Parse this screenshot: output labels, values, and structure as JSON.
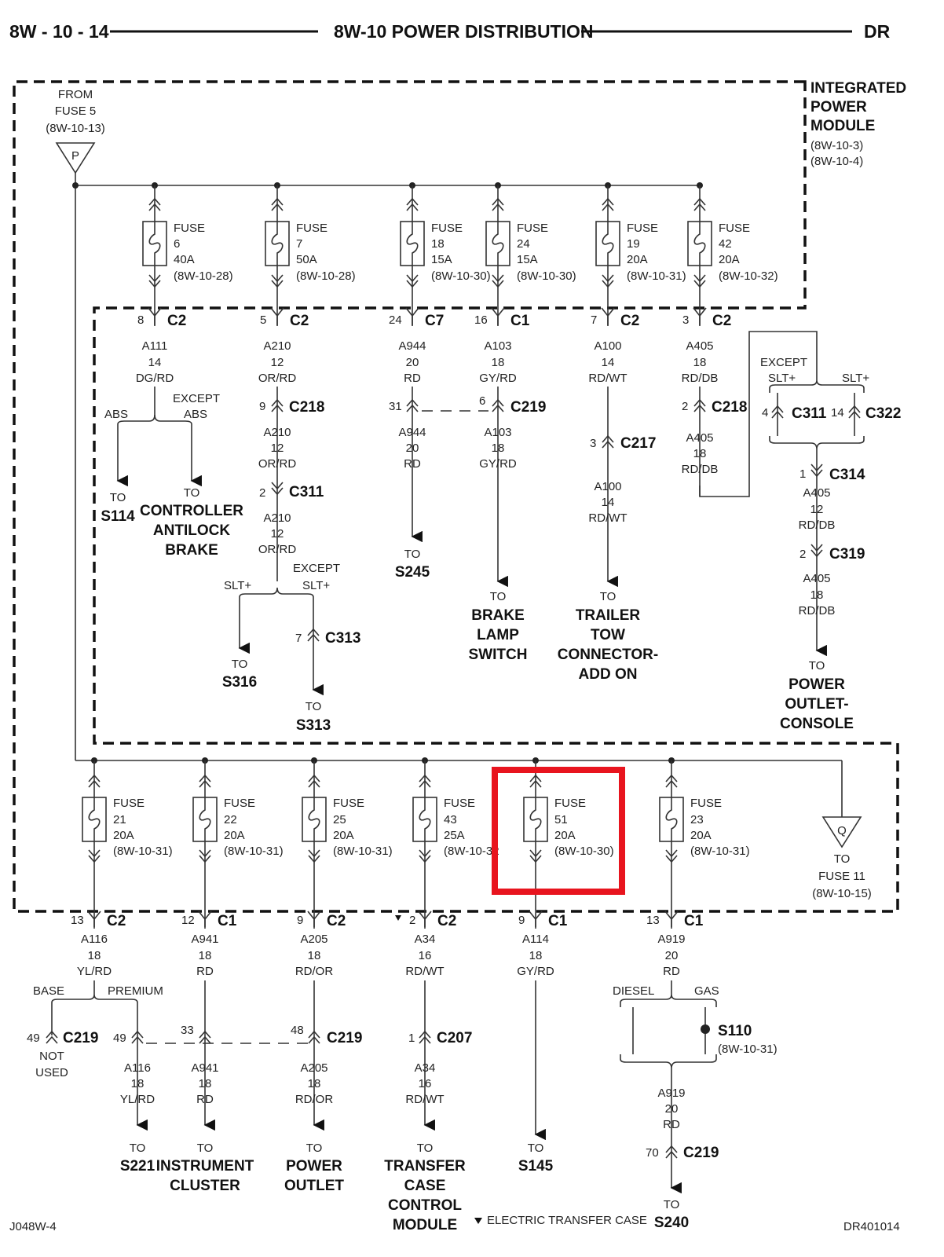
{
  "header": {
    "page_id": "8W - 10 - 14",
    "title": "8W-10 POWER DISTRIBUTION",
    "model": "DR"
  },
  "module": {
    "name_line1": "INTEGRATED",
    "name_line2": "POWER",
    "name_line3": "MODULE",
    "ref1": "(8W-10-3)",
    "ref2": "(8W-10-4)"
  },
  "source_p": {
    "from": "FROM",
    "fuse": "FUSE 5",
    "ref": "(8W-10-13)",
    "letter": "P"
  },
  "source_q": {
    "to": "TO",
    "fuse": "FUSE 11",
    "ref": "(8W-10-15)",
    "letter": "Q"
  },
  "top_fuses": [
    {
      "label": "FUSE",
      "num": "6",
      "amp": "40A",
      "ref": "(8W-10-28)"
    },
    {
      "label": "FUSE",
      "num": "7",
      "amp": "50A",
      "ref": "(8W-10-28)"
    },
    {
      "label": "FUSE",
      "num": "18",
      "amp": "15A",
      "ref": "(8W-10-30)"
    },
    {
      "label": "FUSE",
      "num": "24",
      "amp": "15A",
      "ref": "(8W-10-30)"
    },
    {
      "label": "FUSE",
      "num": "19",
      "amp": "20A",
      "ref": "(8W-10-31)"
    },
    {
      "label": "FUSE",
      "num": "42",
      "amp": "20A",
      "ref": "(8W-10-32)"
    }
  ],
  "top_conn": [
    {
      "pin": "8",
      "name": "C2"
    },
    {
      "pin": "5",
      "name": "C2"
    },
    {
      "pin": "24",
      "name": "C7"
    },
    {
      "pin": "16",
      "name": "C1"
    },
    {
      "pin": "7",
      "name": "C2"
    },
    {
      "pin": "3",
      "name": "C2"
    }
  ],
  "top_wires": [
    {
      "code": "A111",
      "gauge": "14",
      "color": "DG/RD"
    },
    {
      "code": "A210",
      "gauge": "12",
      "color": "OR/RD"
    },
    {
      "code": "A944",
      "gauge": "20",
      "color": "RD"
    },
    {
      "code": "A103",
      "gauge": "18",
      "color": "GY/RD"
    },
    {
      "code": "A100",
      "gauge": "14",
      "color": "RD/WT"
    },
    {
      "code": "A405",
      "gauge": "18",
      "color": "RD/DB"
    }
  ],
  "c1": {
    "abs": "ABS",
    "except": "EXCEPT",
    "except_abs": "ABS",
    "to1": "TO",
    "dest1": "S114",
    "to2": "TO",
    "dest2_l1": "CONTROLLER",
    "dest2_l2": "ANTILOCK",
    "dest2_l3": "BRAKE"
  },
  "c2": {
    "pin1": "9",
    "conn1": "C218",
    "code2": "A210",
    "gauge2": "12",
    "color2": "OR/RD",
    "pin2": "2",
    "conn2": "C311",
    "code3": "A210",
    "gauge3": "12",
    "color3": "OR/RD",
    "slt": "SLT+",
    "except": "EXCEPT",
    "except_slt": "SLT+",
    "to1": "TO",
    "dest1": "S316",
    "pin3": "7",
    "conn3": "C313",
    "to2": "TO",
    "dest2": "S313"
  },
  "c3": {
    "pin": "31",
    "code2": "A944",
    "gauge2": "20",
    "color2": "RD",
    "to": "TO",
    "dest": "S245"
  },
  "c4": {
    "pin": "6",
    "conn": "C219",
    "code2": "A103",
    "gauge2": "18",
    "color2": "GY/RD",
    "to": "TO",
    "dest_l1": "BRAKE",
    "dest_l2": "LAMP",
    "dest_l3": "SWITCH"
  },
  "c5": {
    "pin": "3",
    "conn": "C217",
    "code2": "A100",
    "gauge2": "14",
    "color2": "RD/WT",
    "to": "TO",
    "dest_l1": "TRAILER",
    "dest_l2": "TOW",
    "dest_l3": "CONNECTOR-",
    "dest_l4": "ADD ON"
  },
  "c6": {
    "pin": "2",
    "conn": "C218",
    "code2": "A405",
    "gauge2": "18",
    "color2": "RD/DB",
    "except": "EXCEPT",
    "except_slt": "SLT+",
    "slt": "SLT+",
    "pinA": "4",
    "connA": "C311",
    "pinB": "14",
    "connB": "C322",
    "pinC": "1",
    "connC": "C314",
    "code3": "A405",
    "gauge3": "12",
    "color3": "RD/DB",
    "pinD": "2",
    "connD": "C319",
    "code4": "A405",
    "gauge4": "18",
    "color4": "RD/DB",
    "to": "TO",
    "dest_l1": "POWER",
    "dest_l2": "OUTLET-",
    "dest_l3": "CONSOLE"
  },
  "bottom_fuses": [
    {
      "label": "FUSE",
      "num": "21",
      "amp": "20A",
      "ref": "(8W-10-31)"
    },
    {
      "label": "FUSE",
      "num": "22",
      "amp": "20A",
      "ref": "(8W-10-31)"
    },
    {
      "label": "FUSE",
      "num": "25",
      "amp": "20A",
      "ref": "(8W-10-31)"
    },
    {
      "label": "FUSE",
      "num": "43",
      "amp": "25A",
      "ref": "(8W-10-32"
    },
    {
      "label": "FUSE",
      "num": "51",
      "amp": "20A",
      "ref": "(8W-10-30)"
    },
    {
      "label": "FUSE",
      "num": "23",
      "amp": "20A",
      "ref": "(8W-10-31)"
    }
  ],
  "bottom_conn": [
    {
      "pin": "13",
      "name": "C2"
    },
    {
      "pin": "12",
      "name": "C1"
    },
    {
      "pin": "9",
      "name": "C2"
    },
    {
      "pin": "2",
      "name": "C2"
    },
    {
      "pin": "9",
      "name": "C1"
    },
    {
      "pin": "13",
      "name": "C1"
    }
  ],
  "bottom_wires": [
    {
      "code": "A116",
      "gauge": "18",
      "color": "YL/RD"
    },
    {
      "code": "A941",
      "gauge": "18",
      "color": "RD"
    },
    {
      "code": "A205",
      "gauge": "18",
      "color": "RD/OR"
    },
    {
      "code": "A34",
      "gauge": "16",
      "color": "RD/WT"
    },
    {
      "code": "A114",
      "gauge": "18",
      "color": "GY/RD"
    },
    {
      "code": "A919",
      "gauge": "20",
      "color": "RD"
    }
  ],
  "d1": {
    "base": "BASE",
    "premium": "PREMIUM",
    "pinA": "49",
    "connA": "C219",
    "not": "NOT",
    "used": "USED",
    "pinB": "49",
    "code2": "A116",
    "gauge2": "18",
    "color2": "YL/RD",
    "to": "TO",
    "dest": "S221"
  },
  "d2": {
    "pin": "33",
    "code2": "A941",
    "gauge2": "18",
    "color2": "RD",
    "to": "TO",
    "dest_l1": "INSTRUMENT",
    "dest_l2": "CLUSTER"
  },
  "d3": {
    "pin": "48",
    "conn": "C219",
    "code2": "A205",
    "gauge2": "18",
    "color2": "RD/OR",
    "to": "TO",
    "dest_l1": "POWER",
    "dest_l2": "OUTLET"
  },
  "d4": {
    "pin": "1",
    "conn": "C207",
    "code2": "A34",
    "gauge2": "16",
    "color2": "RD/WT",
    "to": "TO",
    "dest_l1": "TRANSFER",
    "dest_l2": "CASE",
    "dest_l3": "CONTROL",
    "dest_l4": "MODULE"
  },
  "d5": {
    "to": "TO",
    "dest": "S145"
  },
  "d6": {
    "diesel": "DIESEL",
    "gas": "GAS",
    "splice": "S110",
    "splice_ref": "(8W-10-31)",
    "code2": "A919",
    "gauge2": "20",
    "color2": "RD",
    "pin": "70",
    "conn": "C219",
    "to": "TO",
    "dest": "S240"
  },
  "footer": {
    "left": "J048W-4",
    "note": "ELECTRIC TRANSFER CASE",
    "right": "DR401014"
  },
  "colors": {
    "highlight": "#e8141e"
  }
}
